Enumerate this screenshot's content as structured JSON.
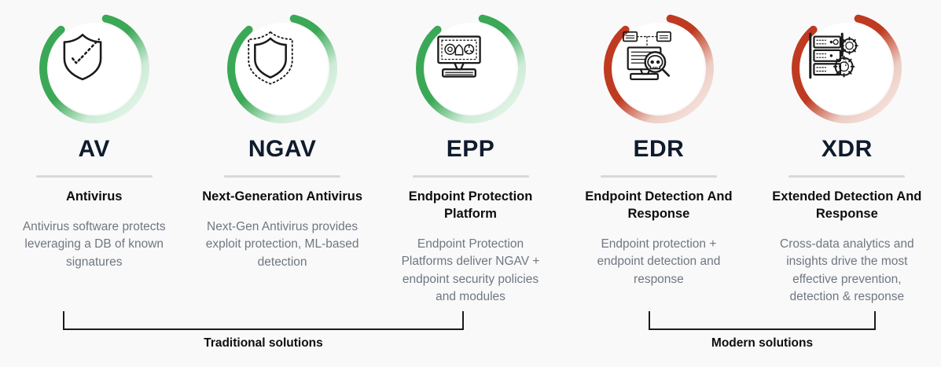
{
  "theme": {
    "background": "#f9f9f9",
    "green_strong": "#3aa856",
    "green_faded": "#d9f0e0",
    "red_strong": "#bf3a20",
    "red_faded": "#f4ddd7",
    "acronym_color": "#0f1b2d",
    "title_color": "#0e0e0e",
    "body_color": "#6f7782",
    "divider_color": "#d8d8d8",
    "bracket_color": "#1b1b1b"
  },
  "columns": [
    {
      "acronym": "AV",
      "full_name": "Antivirus",
      "description": "Antivirus software protects leveraging a DB of known signatures",
      "icon": "shield-check-icon",
      "ring_color": "green",
      "group": "traditional"
    },
    {
      "acronym": "NGAV",
      "full_name": "Next-Generation Antivirus",
      "description": "Next-Gen Antivirus provides exploit protection, ML-based detection",
      "icon": "shield-dotted-icon",
      "ring_color": "green",
      "group": "traditional"
    },
    {
      "acronym": "EPP",
      "full_name": "Endpoint Protection Platform",
      "description": "Endpoint Protection Platforms deliver NGAV + endpoint security policies and modules",
      "icon": "desktop-malware-icon",
      "ring_color": "green",
      "group": "traditional"
    },
    {
      "acronym": "EDR",
      "full_name": "Endpoint Detection And Response",
      "description": "Endpoint protection + endpoint detection and response",
      "icon": "desktop-magnifier-skull-icon",
      "ring_color": "red",
      "group": "modern"
    },
    {
      "acronym": "XDR",
      "full_name": "Extended Detection And Response",
      "description": "Cross-data analytics and insights drive the most effective prevention, detection & response",
      "icon": "server-rack-gears-icon",
      "ring_color": "red",
      "group": "modern"
    }
  ],
  "brackets": [
    {
      "label": "Traditional solutions",
      "spans": [
        "AV",
        "NGAV",
        "EPP"
      ]
    },
    {
      "label": "Modern solutions",
      "spans": [
        "EDR",
        "XDR"
      ]
    }
  ]
}
